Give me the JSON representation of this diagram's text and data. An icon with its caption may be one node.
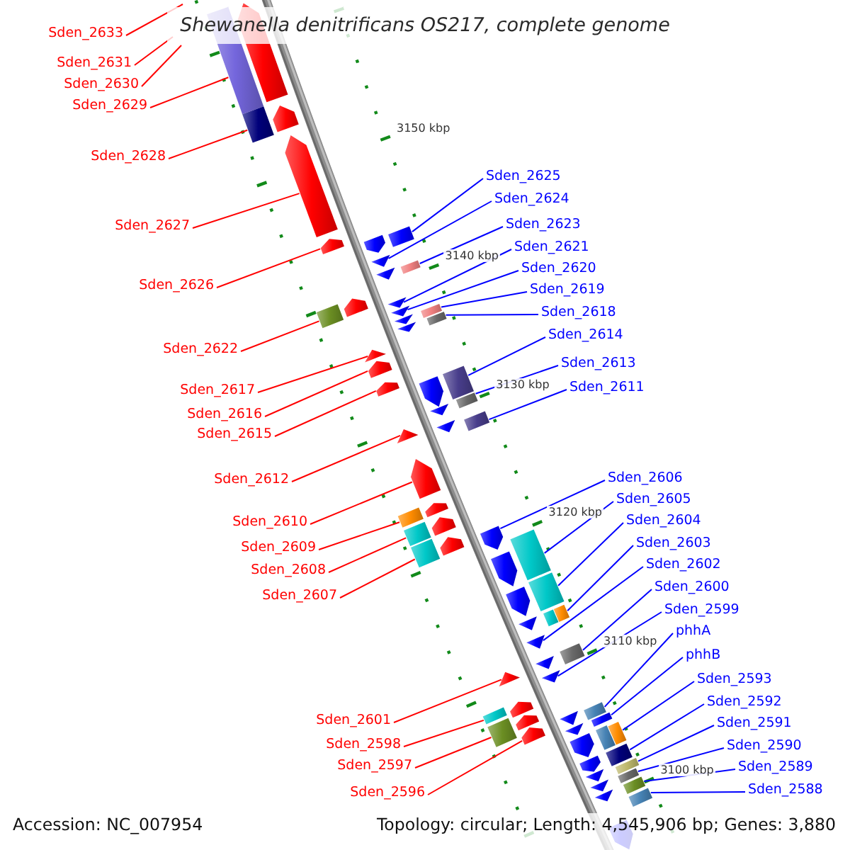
{
  "diagram": {
    "title": "Shewanella denitrificans OS217, complete genome",
    "nodes": [
      {
        "text": [
          "Sden_2633"
        ]
      },
      {
        "text": [
          "Sden_2631"
        ]
      },
      {
        "text": [
          "Sden_2630"
        ]
      },
      {
        "text": [
          "Sden_2629"
        ]
      },
      {
        "text": [
          "Sden_2628"
        ]
      },
      {
        "text": [
          "Sden_2627"
        ]
      },
      {
        "text": [
          "Sden_2626"
        ]
      },
      {
        "text": [
          "Sden_2622"
        ]
      },
      {
        "text": [
          "Sden_2617"
        ]
      },
      {
        "text": [
          "Sden_2616"
        ]
      },
      {
        "text": [
          "Sden_2615"
        ]
      },
      {
        "text": [
          "Sden_2612"
        ]
      },
      {
        "text": [
          "Sden_2610"
        ]
      },
      {
        "text": [
          "Sden_2609"
        ]
      },
      {
        "text": [
          "Sden_2608"
        ]
      },
      {
        "text": [
          "Sden_2607"
        ]
      },
      {
        "text": [
          "Sden_2601"
        ]
      },
      {
        "text": [
          "Sden_2598"
        ]
      },
      {
        "text": [
          "Sden_2597"
        ]
      },
      {
        "text": [
          "Sden_2596"
        ]
      },
      {
        "text": [
          "Sden_2625"
        ]
      },
      {
        "text": [
          "Sden_2624"
        ]
      },
      {
        "text": [
          "Sden_2623"
        ]
      },
      {
        "text": [
          "Sden_2621"
        ]
      },
      {
        "text": [
          "Sden_2620"
        ]
      },
      {
        "text": [
          "Sden_2619"
        ]
      },
      {
        "text": [
          "Sden_2618"
        ]
      },
      {
        "text": [
          "Sden_2614"
        ]
      },
      {
        "text": [
          "Sden_2613"
        ]
      },
      {
        "text": [
          "Sden_2611"
        ]
      },
      {
        "text": [
          "Sden_2606"
        ]
      },
      {
        "text": [
          "Sden_2605"
        ]
      },
      {
        "text": [
          "Sden_2604"
        ]
      },
      {
        "text": [
          "Sden_2603"
        ]
      },
      {
        "text": [
          "Sden_2602"
        ]
      },
      {
        "text": [
          "Sden_2600"
        ]
      },
      {
        "text": [
          "Sden_2599"
        ]
      },
      {
        "text": [
          "phhA"
        ]
      },
      {
        "text": [
          "phhB"
        ]
      },
      {
        "text": [
          "Sden_2593"
        ]
      },
      {
        "text": [
          "Sden_2592"
        ]
      },
      {
        "text": [
          "Sden_2591"
        ]
      },
      {
        "text": [
          "Sden_2590"
        ]
      },
      {
        "text": [
          "Sden_2589"
        ]
      },
      {
        "text": [
          "Sden_2588"
        ]
      },
      {
        "text": [],
        "shape": "pentagon"
      },
      {
        "text": [],
        "shape": "box"
      },
      {
        "text": [],
        "shape": "pentagon"
      },
      {
        "text": [],
        "shape": "box"
      },
      {
        "text": [],
        "shape": "pentagon"
      },
      {
        "text": [],
        "shape": "box"
      },
      {
        "text": [],
        "shape": "pentagon"
      },
      {
        "text": [],
        "shape": "pentagon"
      },
      {
        "text": [],
        "shape": "triangle"
      },
      {
        "text": [],
        "shape": "box"
      },
      {
        "text": [],
        "shape": "triangle"
      },
      {
        "text": [],
        "shape": "triangle"
      },
      {
        "text": [],
        "shape": "pentagon"
      },
      {
        "text": [],
        "shape": "box"
      },
      {
        "text": [],
        "shape": "triangle"
      },
      {
        "text": [],
        "shape": "box"
      },
      {
        "text": [],
        "shape": "box"
      },
      {
        "text": [],
        "shape": "triangle"
      },
      {
        "text": [],
        "shape": "triangle"
      },
      {
        "text": [],
        "shape": "triangle"
      },
      {
        "text": [],
        "shape": "pentagon"
      },
      {
        "text": [],
        "shape": "box"
      },
      {
        "text": [],
        "shape": "pentagon"
      },
      {
        "text": [],
        "shape": "pentagon"
      },
      {
        "text": [],
        "shape": "box"
      },
      {
        "text": [],
        "shape": "triangle"
      },
      {
        "text": [],
        "shape": "box"
      },
      {
        "text": [],
        "shape": "triangle"
      },
      {
        "text": [],
        "shape": "triangle"
      },
      {
        "text": [],
        "shape": "pentagon"
      },
      {
        "text": [],
        "shape": "pentagon"
      },
      {
        "text": [],
        "shape": "box"
      },
      {
        "text": [],
        "shape": "pentagon"
      },
      {
        "text": [],
        "shape": "box"
      },
      {
        "text": [],
        "shape": "pentagon"
      },
      {
        "text": [],
        "shape": "pentagon"
      },
      {
        "text": [],
        "shape": "box"
      },
      {
        "text": [],
        "shape": "box"
      },
      {
        "text": [],
        "shape": "pentagon"
      },
      {
        "text": [],
        "shape": "box"
      },
      {
        "text": [],
        "shape": "pentagon"
      },
      {
        "text": [],
        "shape": "box"
      },
      {
        "text": [],
        "shape": "box"
      },
      {
        "text": [],
        "shape": "triangle"
      },
      {
        "text": [],
        "shape": "triangle"
      },
      {
        "text": [],
        "shape": "box"
      },
      {
        "text": [],
        "shape": "triangle"
      },
      {
        "text": [],
        "shape": "triangle"
      },
      {
        "text": [],
        "shape": "triangle"
      },
      {
        "text": [],
        "shape": "pentagon"
      },
      {
        "text": [],
        "shape": "box"
      },
      {
        "text": [],
        "shape": "box"
      },
      {
        "text": [],
        "shape": "pentagon"
      },
      {
        "text": [],
        "shape": "box"
      },
      {
        "text": [],
        "shape": "triangle"
      },
      {
        "text": [],
        "shape": "pentagon"
      },
      {
        "text": [],
        "shape": "box"
      },
      {
        "text": [],
        "shape": "triangle"
      },
      {
        "text": [],
        "shape": "box"
      },
      {
        "text": [],
        "shape": "box"
      },
      {
        "text": [],
        "shape": "pentagon"
      },
      {
        "text": [],
        "shape": "box"
      },
      {
        "text": [],
        "shape": "pentagon"
      },
      {
        "text": [],
        "shape": "box"
      },
      {
        "text": [],
        "shape": "box"
      },
      {
        "text": [],
        "shape": "triangle"
      },
      {
        "text": [],
        "shape": "triangle"
      },
      {
        "text": [],
        "shape": "box"
      },
      {
        "text": [],
        "shape": "triangle"
      },
      {
        "text": [],
        "shape": "box"
      },
      {
        "text": [],
        "shape": "pentagon"
      }
    ],
    "edges": [
      {
        "from": 0,
        "to": null,
        "arrow": "none",
        "color": "#ff0000"
      },
      {
        "from": 1,
        "to": null,
        "arrow": "none",
        "color": "#ff0000"
      },
      {
        "from": 2,
        "to": null,
        "arrow": "none",
        "color": "#ff0000"
      },
      {
        "from": 3,
        "to": 46,
        "arrow": "none",
        "color": "#ff0000"
      },
      {
        "from": 4,
        "to": 48,
        "arrow": "none",
        "color": "#ff0000"
      },
      {
        "from": 5,
        "to": 49,
        "arrow": "none",
        "color": "#ff0000"
      },
      {
        "from": 6,
        "to": 51,
        "arrow": "none",
        "color": "#ff0000"
      },
      {
        "from": 7,
        "to": 60,
        "arrow": "none",
        "color": "#ff0000"
      },
      {
        "from": 8,
        "to": 64,
        "arrow": "none",
        "color": "#ff0000"
      },
      {
        "from": 9,
        "to": 65,
        "arrow": "none",
        "color": "#ff0000"
      },
      {
        "from": 10,
        "to": 67,
        "arrow": "none",
        "color": "#ff0000"
      },
      {
        "from": 11,
        "to": 73,
        "arrow": "none",
        "color": "#ff0000"
      },
      {
        "from": 12,
        "to": 74,
        "arrow": "none",
        "color": "#ff0000"
      },
      {
        "from": 13,
        "to": 76,
        "arrow": "none",
        "color": "#ff0000"
      },
      {
        "from": 14,
        "to": 78,
        "arrow": "none",
        "color": "#ff0000"
      },
      {
        "from": 15,
        "to": 81,
        "arrow": "none",
        "color": "#ff0000"
      },
      {
        "from": 16,
        "to": 92,
        "arrow": "none",
        "color": "#ff0000"
      },
      {
        "from": 17,
        "to": 95,
        "arrow": "none",
        "color": "#ff0000"
      },
      {
        "from": 18,
        "to": 101,
        "arrow": "none",
        "color": "#ff0000"
      },
      {
        "from": 19,
        "to": 100,
        "arrow": "none",
        "color": "#ff0000"
      },
      {
        "from": 20,
        "to": 50,
        "arrow": "none"
      },
      {
        "from": 21,
        "to": 53,
        "arrow": "none"
      },
      {
        "from": 22,
        "to": 54,
        "arrow": "none"
      },
      {
        "from": 23,
        "to": 56,
        "arrow": "none"
      },
      {
        "from": 24,
        "to": 59,
        "arrow": "none"
      },
      {
        "from": 25,
        "to": 58,
        "arrow": "none"
      },
      {
        "from": 26,
        "to": 61,
        "arrow": "none"
      },
      {
        "from": 27,
        "to": 66,
        "arrow": "none"
      },
      {
        "from": 28,
        "to": 69,
        "arrow": "none"
      },
      {
        "from": 29,
        "to": 71,
        "arrow": "none"
      },
      {
        "from": 30,
        "to": 79,
        "arrow": "none"
      },
      {
        "from": 31,
        "to": 82,
        "arrow": "none"
      },
      {
        "from": 32,
        "to": 84,
        "arrow": "none"
      },
      {
        "from": 33,
        "to": 86,
        "arrow": "none"
      },
      {
        "from": 34,
        "to": 89,
        "arrow": "none"
      },
      {
        "from": 35,
        "to": 90,
        "arrow": "none"
      },
      {
        "from": 36,
        "to": 93,
        "arrow": "none"
      },
      {
        "from": 37,
        "to": 96,
        "arrow": "none"
      },
      {
        "from": 38,
        "to": 98,
        "arrow": "none"
      },
      {
        "from": 39,
        "to": 103,
        "arrow": "none"
      },
      {
        "from": 40,
        "to": 106,
        "arrow": "none"
      },
      {
        "from": 41,
        "to": 108,
        "arrow": "none"
      },
      {
        "from": 42,
        "to": 109,
        "arrow": "none"
      },
      {
        "from": 43,
        "to": 112,
        "arrow": "none"
      },
      {
        "from": 44,
        "to": 114,
        "arrow": "none"
      }
    ],
    "labels": [
      "3150 kbp",
      "3140 kbp",
      "3130 kbp",
      "3120 kbp",
      "3110 kbp",
      "3100 kbp",
      "Accession: NC_007954",
      "Topology: circular; Length: 4,545,906 bp; Genes: 3,880"
    ]
  }
}
